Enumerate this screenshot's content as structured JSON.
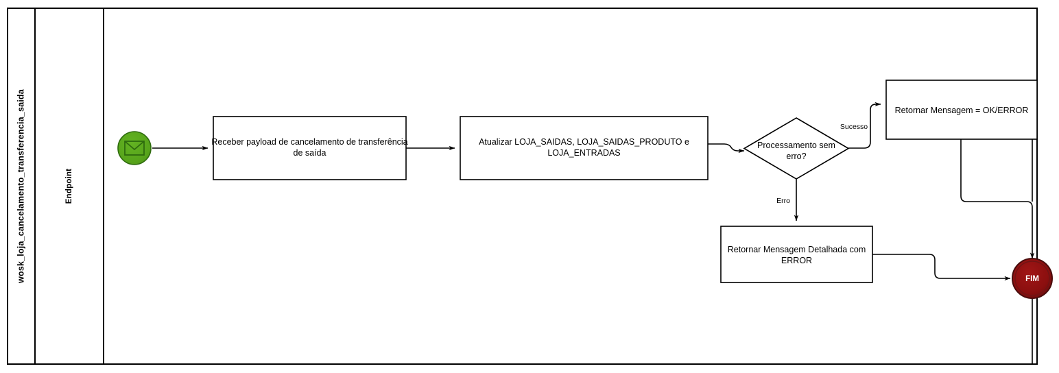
{
  "diagram": {
    "type": "bpmn-flowchart",
    "pool": {
      "label": "wosk_loja_cancelamento_transferencia_saida",
      "lanes": [
        {
          "label": "Endpoint"
        }
      ]
    },
    "nodes": {
      "start_event": {
        "kind": "message-start-event",
        "label": "",
        "icon": "envelope-icon",
        "color": "#5aa51e"
      },
      "task_receive": {
        "kind": "task",
        "line1": "Receber payload de cancelamento de transferência",
        "line2": "de saída"
      },
      "task_update": {
        "kind": "task",
        "line1": "Atualizar LOJA_SAIDAS, LOJA_SAIDAS_PRODUTO e",
        "line2": "LOJA_ENTRADAS"
      },
      "gateway_check": {
        "kind": "exclusive-gateway",
        "line1": "Processamento sem",
        "line2": "erro?"
      },
      "task_return_ok": {
        "kind": "task",
        "line1": "Retornar Mensagem = OK/ERROR",
        "line2": ""
      },
      "task_return_error": {
        "kind": "task",
        "line1": "Retornar Mensagem Detalhada com",
        "line2": "ERROR"
      },
      "end_event": {
        "kind": "end-event",
        "label": "FIM",
        "color": "#8b0f0f"
      }
    },
    "edges": {
      "gateway_success": "Sucesso",
      "gateway_error": "Erro"
    },
    "colors": {
      "start_fill": "#5aa51e",
      "start_stroke": "#2e6b0e",
      "end_fill": "#8b0f0f",
      "end_stroke": "#4a0d0d",
      "line": "#000000",
      "shape_fill": "#ffffff"
    }
  }
}
